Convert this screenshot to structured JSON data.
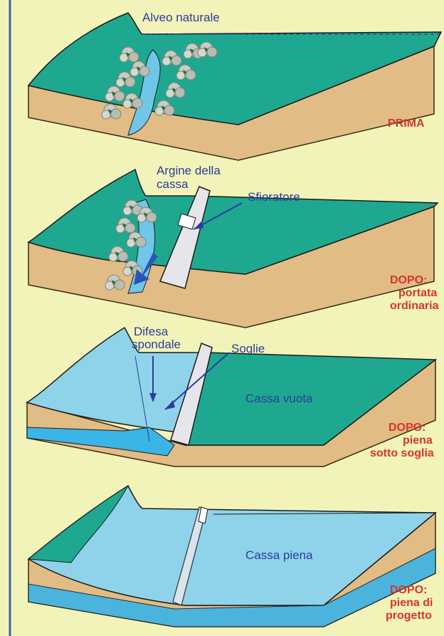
{
  "panels": [
    {
      "stage_lines": [
        "PRIMA"
      ],
      "labels": [
        "Alveo naturale"
      ]
    },
    {
      "stage_lines": [
        "DOPO:",
        "portata",
        "ordinaria"
      ],
      "labels": [
        "Argine della",
        "cassa",
        "Sfioratore"
      ]
    },
    {
      "stage_lines": [
        "DOPO:",
        "piena",
        "sotto soglia"
      ],
      "labels": [
        "Difesa",
        "spondale",
        "Soglie",
        "Cassa vuota"
      ]
    },
    {
      "stage_lines": [
        "DOPO:",
        "piena di",
        "progetto"
      ],
      "labels": [
        "Cassa piena"
      ]
    }
  ],
  "colors": {
    "background": "#f2f3b8",
    "land_top": "#1fa890",
    "water_light": "#7fcde8",
    "water_dark": "#2ab0e6",
    "soil": "#e2bc85",
    "levee": "#e6e6ea",
    "label_text": "#2a3d9e",
    "stage_text": "#d9352a",
    "margin_line": "#3a5fb3"
  }
}
